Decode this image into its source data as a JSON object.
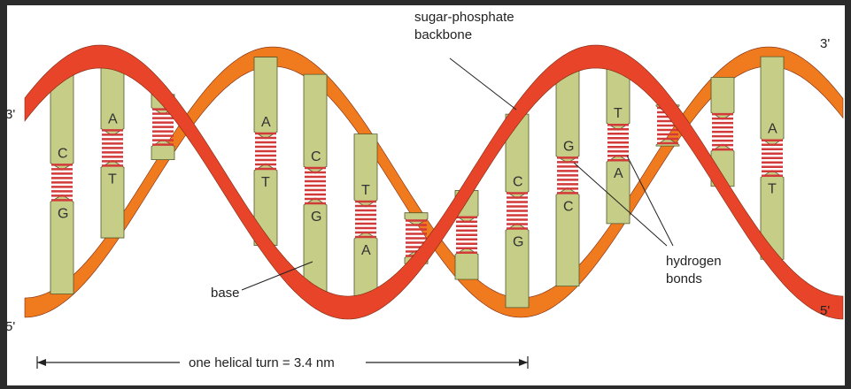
{
  "labels": {
    "backbone_line1": "sugar-phosphate",
    "backbone_line2": "backbone",
    "hbond_line1": "hydrogen",
    "hbond_line2": "bonds",
    "base": "base",
    "turn": "one helical turn = 3.4 nm"
  },
  "ends": {
    "top_left": "3'",
    "bottom_left": "5'",
    "top_right": "3'",
    "bottom_right": "5'"
  },
  "base_pairs": [
    {
      "top": "C",
      "bottom": "G"
    },
    {
      "top": "A",
      "bottom": "T"
    },
    {
      "top": "",
      "bottom": ""
    },
    {
      "top": "A",
      "bottom": "T"
    },
    {
      "top": "C",
      "bottom": "G"
    },
    {
      "top": "T",
      "bottom": "A"
    },
    {
      "top": "",
      "bottom": ""
    },
    {
      "top": "",
      "bottom": ""
    },
    {
      "top": "C",
      "bottom": "G"
    },
    {
      "top": "G",
      "bottom": "C"
    },
    {
      "top": "T",
      "bottom": "A"
    },
    {
      "top": "",
      "bottom": ""
    },
    {
      "top": "",
      "bottom": ""
    },
    {
      "top": "A",
      "bottom": "T"
    }
  ],
  "colors": {
    "strand_front": "#e8442a",
    "strand_back": "#f07a1e",
    "base": "#c5cd86",
    "base_stroke": "#55592a",
    "hbond": "#d23a3a"
  }
}
